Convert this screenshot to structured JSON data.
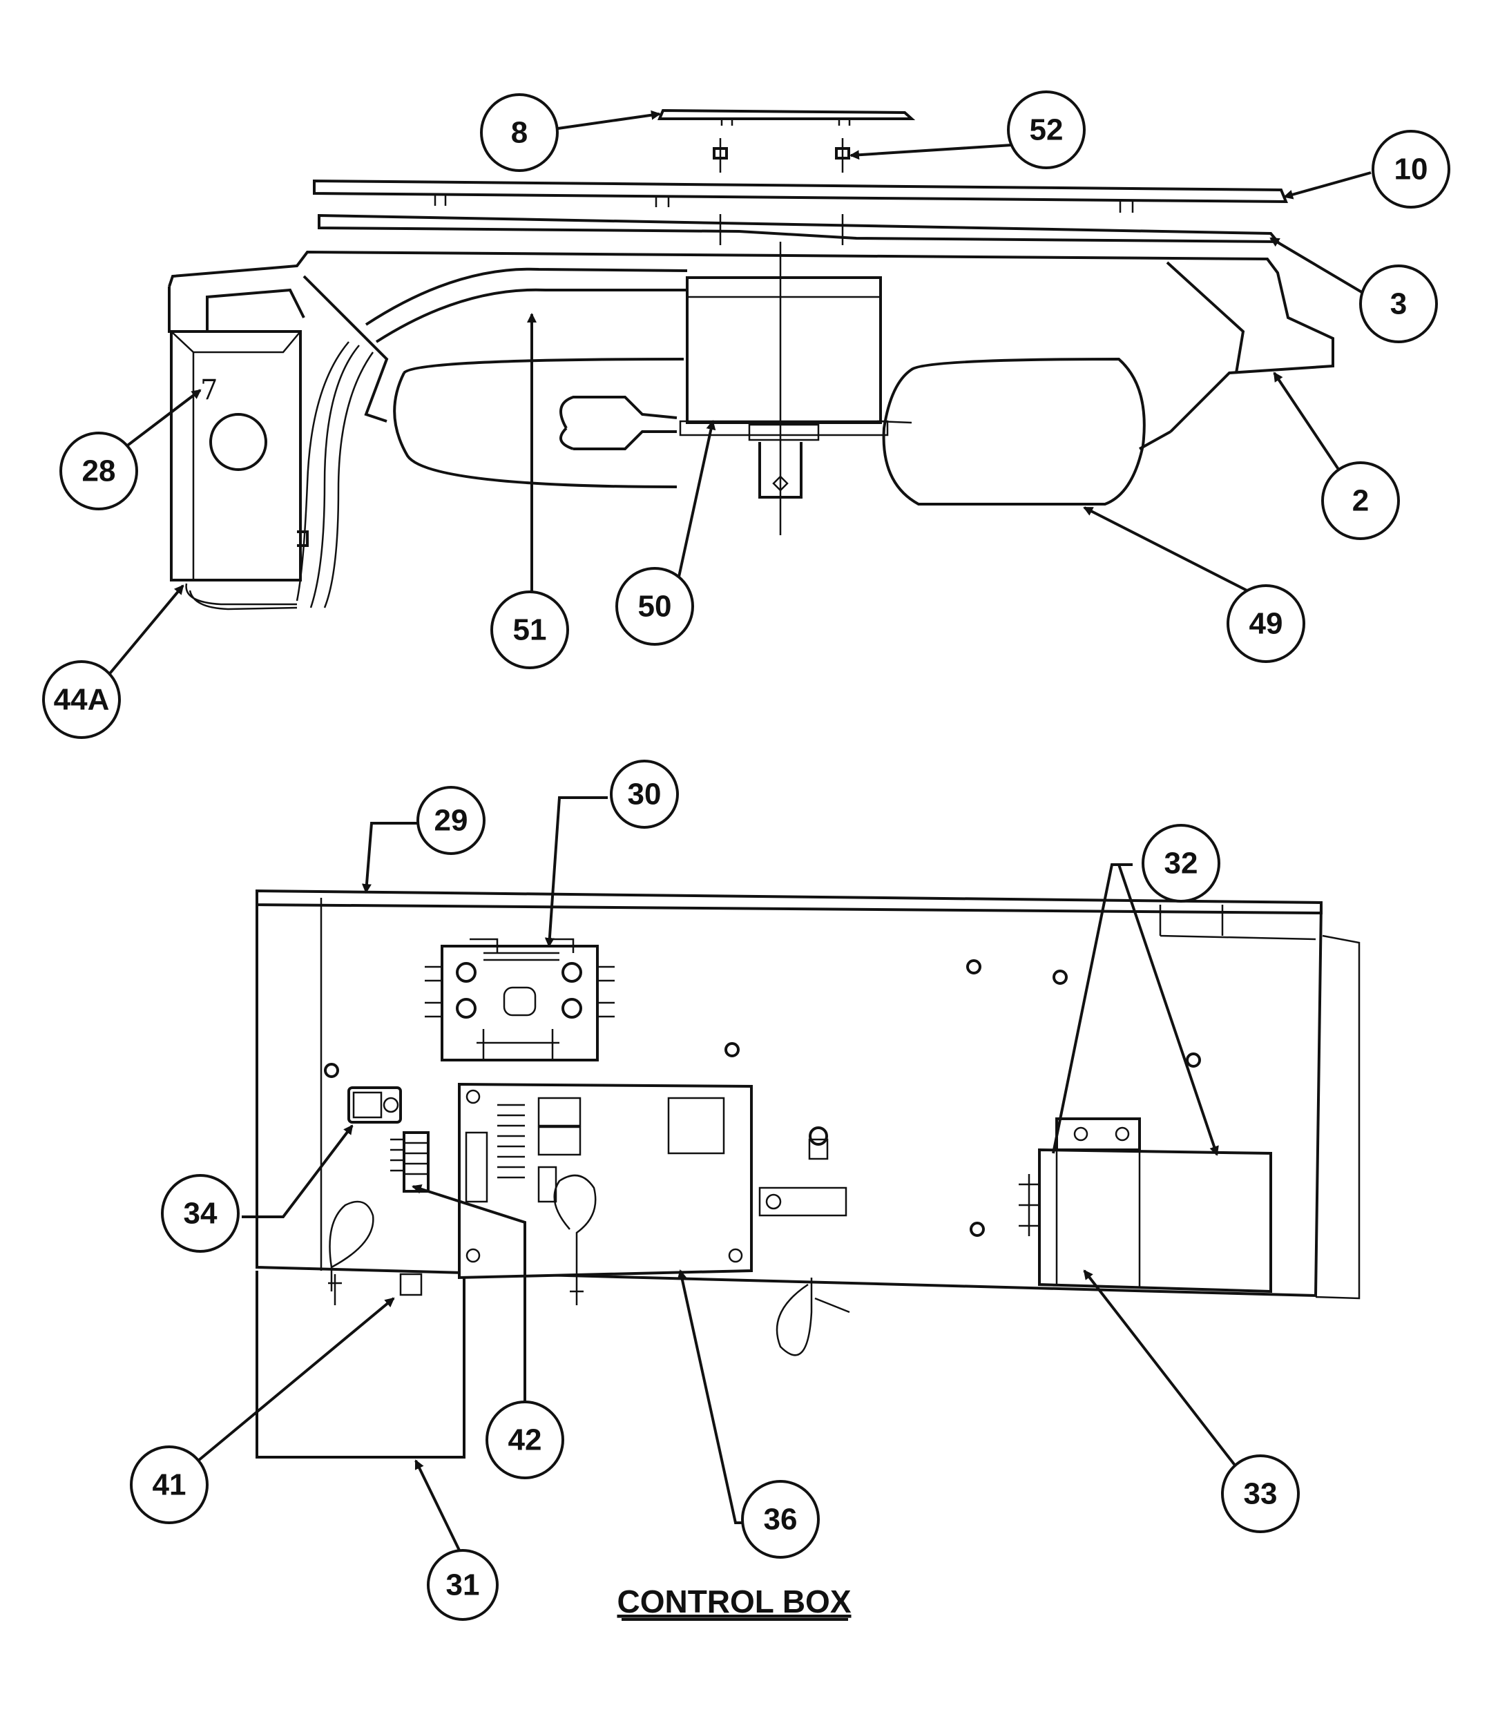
{
  "caption": "CONTROL BOX",
  "handwritten_mark": "7",
  "callouts": {
    "c8": "8",
    "c52": "52",
    "c10": "10",
    "c3": "3",
    "c2": "2",
    "c28": "28",
    "c44A": "44A",
    "c51": "51",
    "c50": "50",
    "c49": "49",
    "c29": "29",
    "c30": "30",
    "c32": "32",
    "c34": "34",
    "c42": "42",
    "c41": "41",
    "c31": "31",
    "c36": "36",
    "c33": "33"
  }
}
